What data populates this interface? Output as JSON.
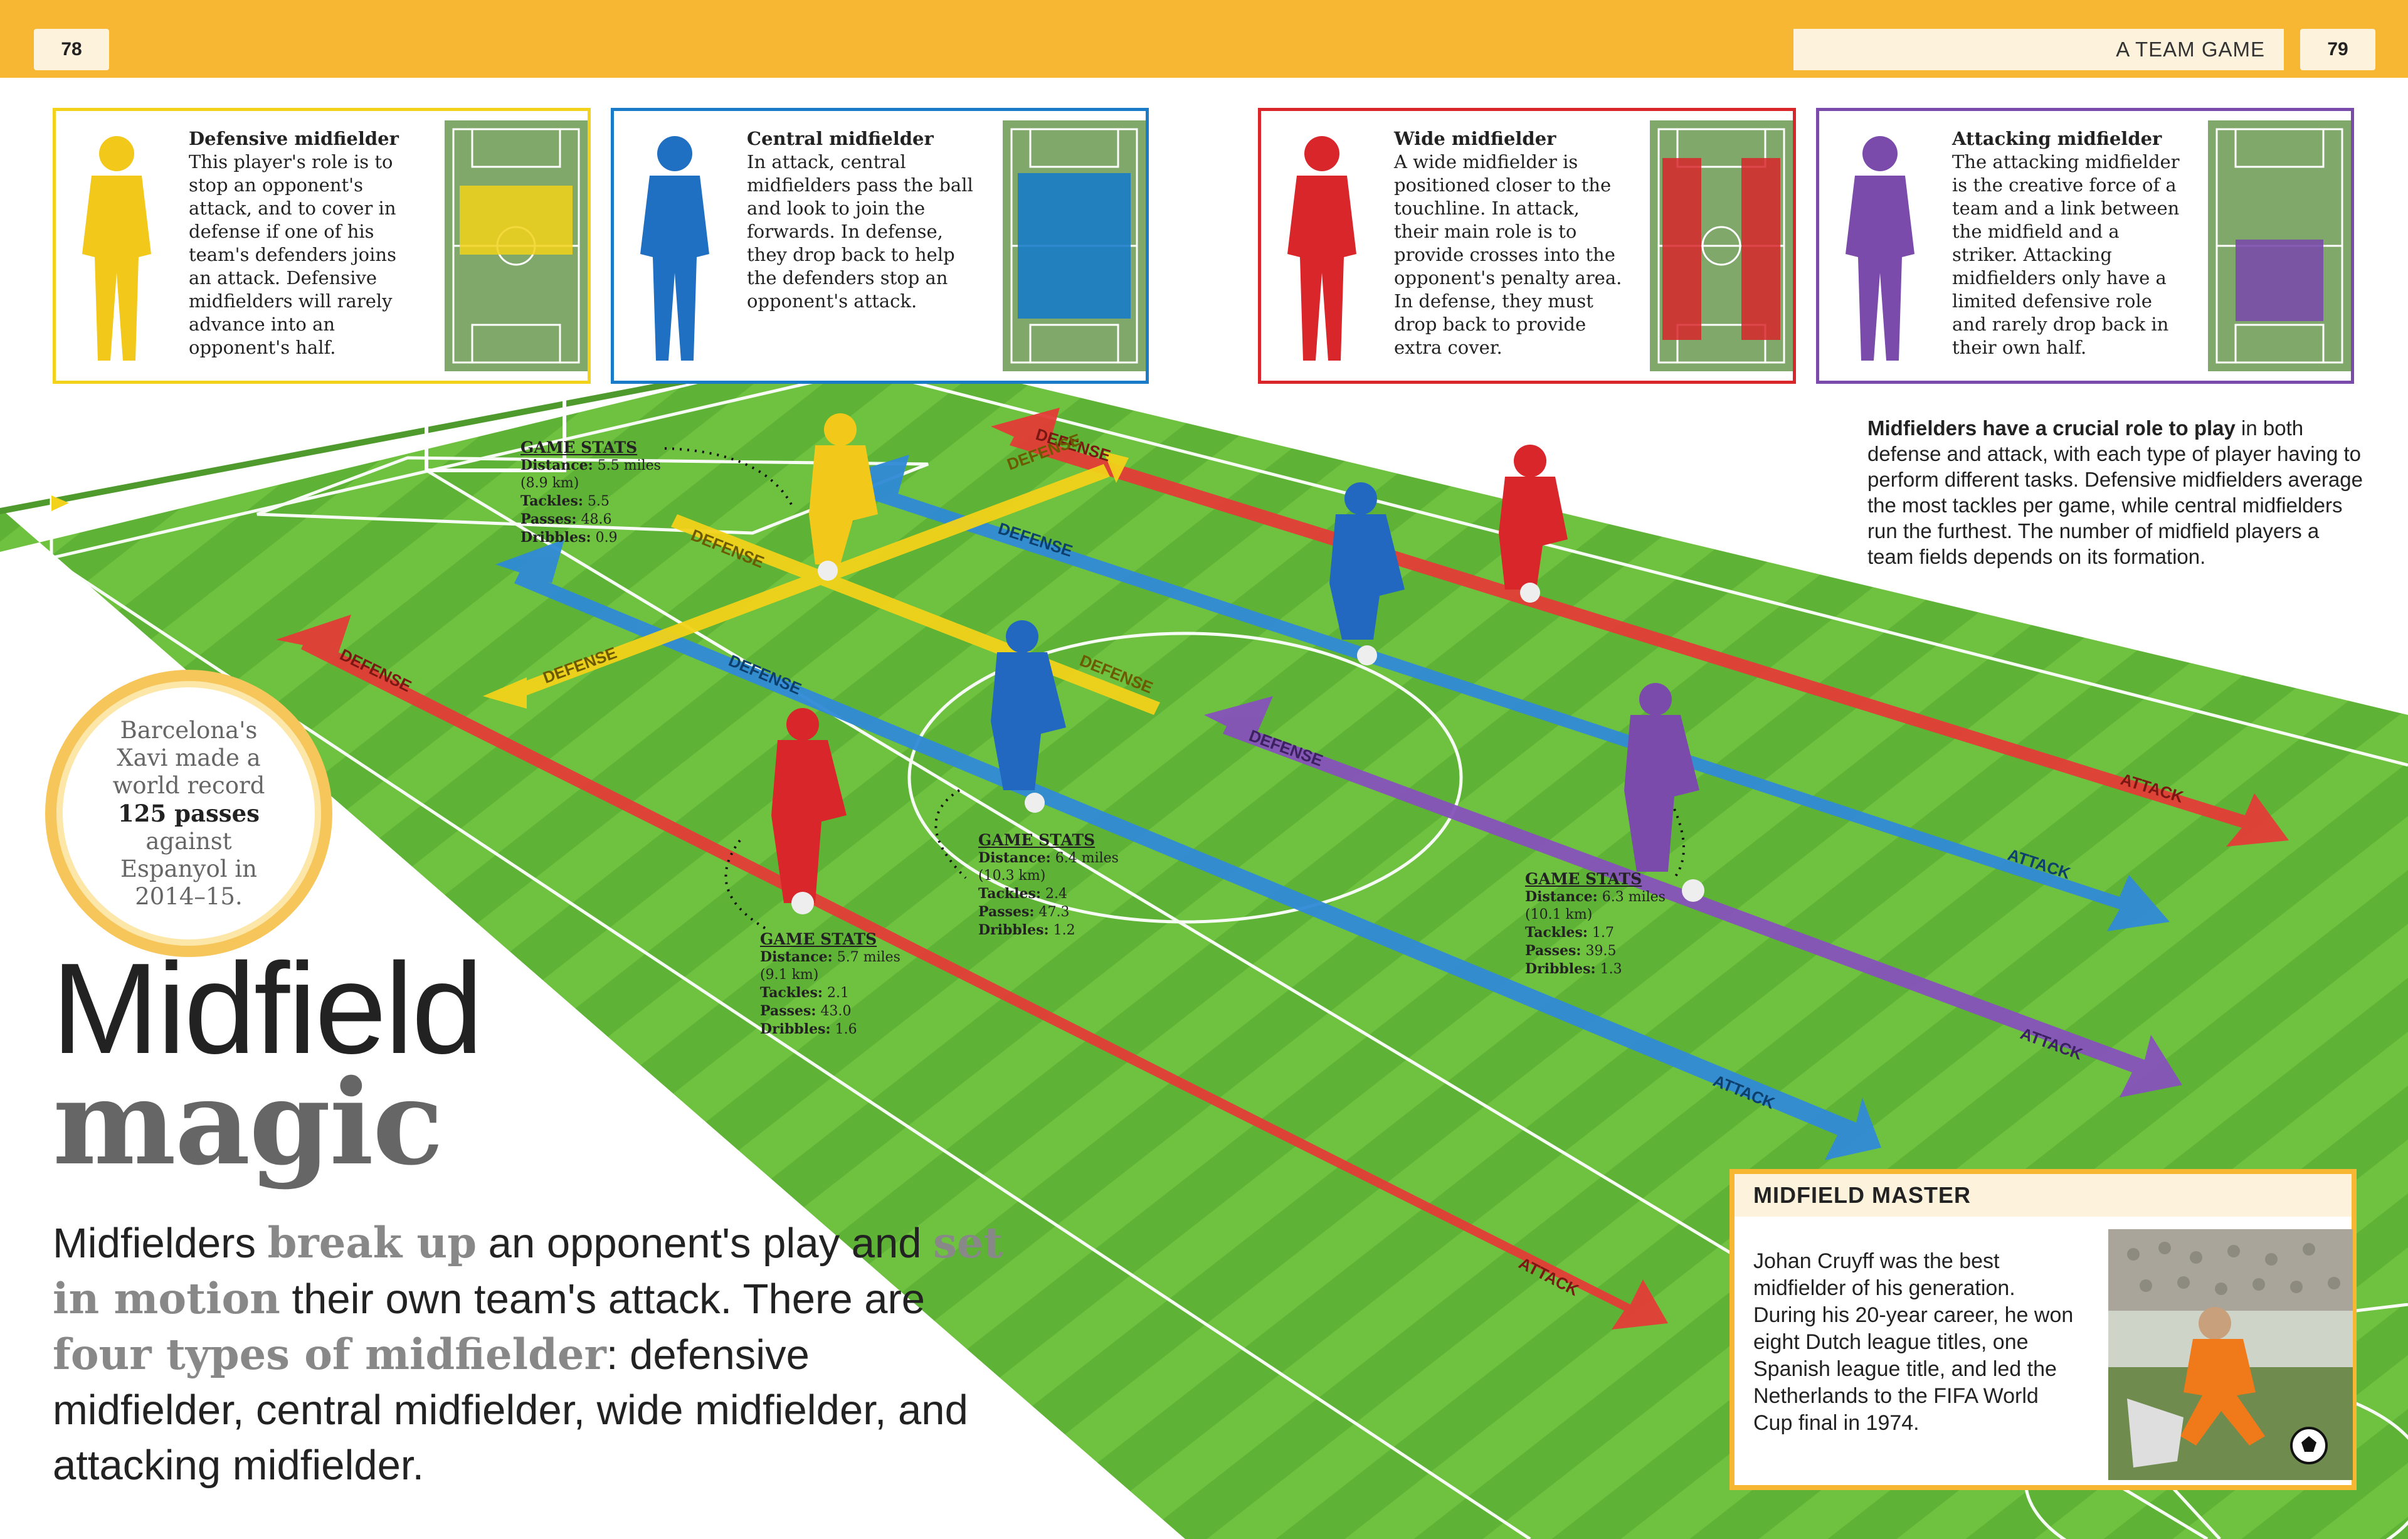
{
  "header": {
    "page_left": "78",
    "page_right": "79",
    "section": "A TEAM GAME"
  },
  "cards": [
    {
      "title": "Defensive midfielder",
      "body": "This player's role is to stop an opponent's attack, and to cover in defense if one of his team's defenders joins an attack. Defensive midfielders will rarely advance into an opponent's half.",
      "color": "#f2d21a"
    },
    {
      "title": "Central midfielder",
      "body": "In attack, central midfielders pass the ball and look to join the forwards. In defense, they drop back to help the defenders stop an opponent's attack.",
      "color": "#1a7bc9"
    },
    {
      "title": "Wide midfielder",
      "body": "A wide midfielder is positioned closer to the touchline. In attack, their main role is to provide crosses into the opponent's penalty area. In defense, they must drop back to provide extra cover.",
      "color": "#d8262b"
    },
    {
      "title": "Attacking midfielder",
      "body": "The attacking midfielder is the creative force of a team and a link between the midfield and a striker. Attacking midfielders only have a limited defensive role and rarely drop back in their own half.",
      "color": "#7a4bab"
    }
  ],
  "intro": {
    "bold": "Midfielders have a crucial role to play",
    "rest": " in both defense and attack, with each type of player having to perform different tasks. Defensive midfielders average the most tackles per game, while central midfielders run the furthest. The number of midfield players a team fields depends on its formation."
  },
  "arrows": {
    "defense": "DEFENSE",
    "attack": "ATTACK"
  },
  "stats": [
    {
      "title": "GAME STATS",
      "distance_label": "Distance:",
      "distance": "5.5 miles",
      "distance_km": "(8.9 km)",
      "tackles_label": "Tackles:",
      "tackles": "5.5",
      "passes_label": "Passes:",
      "passes": "48.6",
      "dribbles_label": "Dribbles:",
      "dribbles": "0.9"
    },
    {
      "title": "GAME STATS",
      "distance_label": "Distance:",
      "distance": "6.4 miles",
      "distance_km": "(10.3 km)",
      "tackles_label": "Tackles:",
      "tackles": "2.4",
      "passes_label": "Passes:",
      "passes": "47.3",
      "dribbles_label": "Dribbles:",
      "dribbles": "1.2"
    },
    {
      "title": "GAME STATS",
      "distance_label": "Distance:",
      "distance": "5.7 miles",
      "distance_km": "(9.1 km)",
      "tackles_label": "Tackles:",
      "tackles": "2.1",
      "passes_label": "Passes:",
      "passes": "43.0",
      "dribbles_label": "Dribbles:",
      "dribbles": "1.6"
    },
    {
      "title": "GAME STATS",
      "distance_label": "Distance:",
      "distance": "6.3 miles",
      "distance_km": "(10.1 km)",
      "tackles_label": "Tackles:",
      "tackles": "1.7",
      "passes_label": "Passes:",
      "passes": "39.5",
      "dribbles_label": "Dribbles:",
      "dribbles": "1.3"
    }
  ],
  "record": {
    "line1": "Barcelona's",
    "line2": "Xavi made a",
    "line3": "world record",
    "bold": "125 passes",
    "line5": "against",
    "line6": "Espanyol in",
    "line7": "2014–15."
  },
  "title": {
    "main": "Midfield",
    "sub": "magic"
  },
  "lead": {
    "t1": "Midfielders ",
    "b1": "break up",
    "t2": " an opponent's play and ",
    "b2": "set in motion",
    "t3": " their own team's attack. There are ",
    "b3": "four types of midfielder",
    "t4": ": defensive midfielder, central midfielder, wide midfielder, and attacking midfielder."
  },
  "master": {
    "heading": "MIDFIELD MASTER",
    "body": "Johan Cruyff was the best midfielder of his generation. During his 20-year career, he won eight Dutch league titles, one Spanish league title, and led the Netherlands to the FIFA World Cup final in 1974."
  },
  "colors": {
    "header": "#f7b733",
    "grass_light": "#6fc23f",
    "grass_dark": "#5cae33",
    "yellow": "#f2d21a",
    "blue": "#1a7bc9",
    "red": "#d8262b",
    "purple": "#7a4bab"
  }
}
